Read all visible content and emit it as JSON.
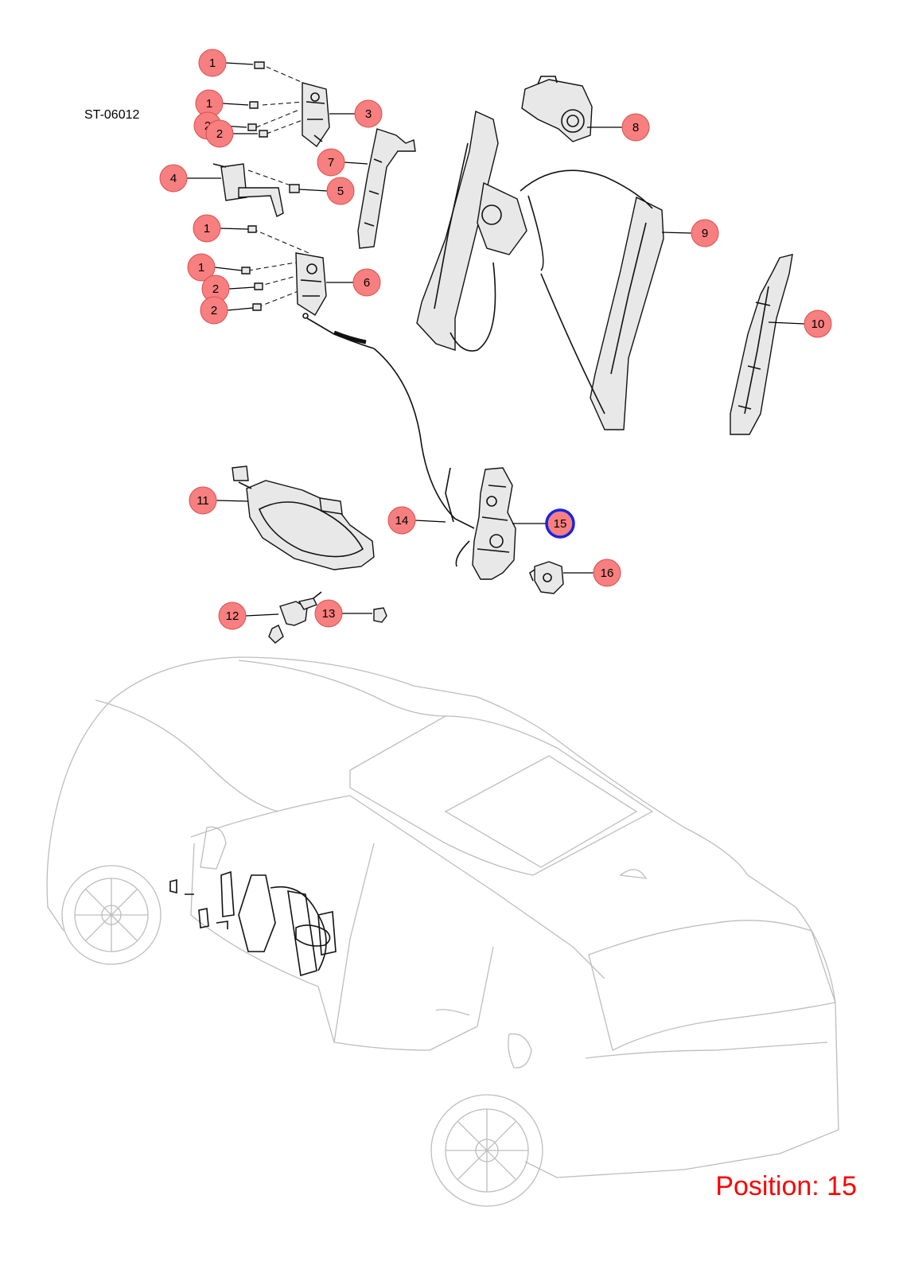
{
  "diagram_code": "ST-06012",
  "position_label": "Position: 15",
  "active_position": "15",
  "callouts": [
    {
      "label": "1"
    },
    {
      "label": "1"
    },
    {
      "label": "2"
    },
    {
      "label": "2"
    },
    {
      "label": "3"
    },
    {
      "label": "4"
    },
    {
      "label": "5"
    },
    {
      "label": "7"
    },
    {
      "label": "1"
    },
    {
      "label": "1"
    },
    {
      "label": "2"
    },
    {
      "label": "2"
    },
    {
      "label": "6"
    },
    {
      "label": "8"
    },
    {
      "label": "9"
    },
    {
      "label": "10"
    },
    {
      "label": "11"
    },
    {
      "label": "14"
    },
    {
      "label": "15"
    },
    {
      "label": "16"
    },
    {
      "label": "12"
    },
    {
      "label": "13"
    }
  ]
}
